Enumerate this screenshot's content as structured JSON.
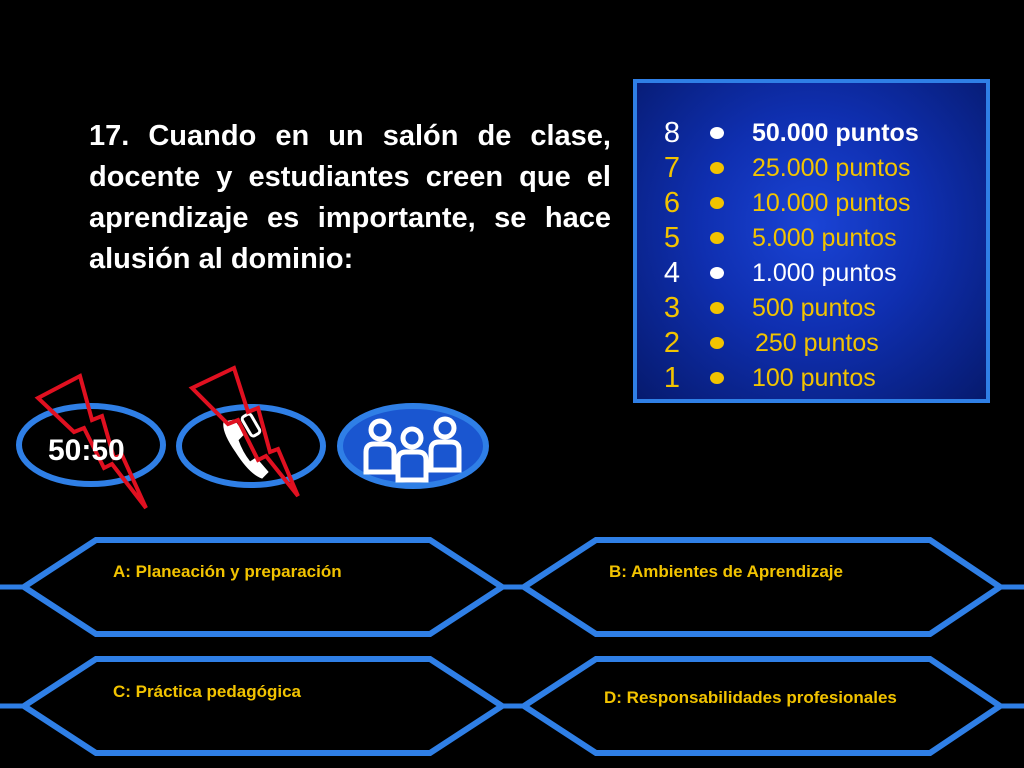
{
  "question": {
    "text": "17. Cuando en un salón de clase, docente y estudiantes creen que el aprendizaje es importante, se hace alusión al dominio:"
  },
  "ladder": {
    "levels": [
      {
        "num": "8",
        "points": "50.000 puntos",
        "current": true
      },
      {
        "num": "7",
        "points": "25.000 puntos"
      },
      {
        "num": "6",
        "points": "10.000 puntos"
      },
      {
        "num": "5",
        "points": "5.000 puntos"
      },
      {
        "num": "4",
        "points": "1.000 puntos",
        "white": true
      },
      {
        "num": "3",
        "points": "500 puntos"
      },
      {
        "num": "2",
        "points": "250 puntos"
      },
      {
        "num": "1",
        "points": "100 puntos"
      }
    ]
  },
  "lifelines": {
    "fifty_fifty": {
      "label": "50:50",
      "used": true,
      "icon": "lightning-bolt-icon"
    },
    "phone": {
      "icon": "phone-icon",
      "used": true
    },
    "audience": {
      "icon": "audience-icon",
      "used": false
    }
  },
  "answers": {
    "a": "A:  Planeación y preparación",
    "b": "B:  Ambientes de Aprendizaje",
    "c": "C:  Práctica pedagógica",
    "d": "D:  Responsabilidades profesionales"
  },
  "colors": {
    "accent": "#2f7fe6",
    "gold": "#f2c300",
    "bolt": "#e01020",
    "background": "#000000"
  }
}
